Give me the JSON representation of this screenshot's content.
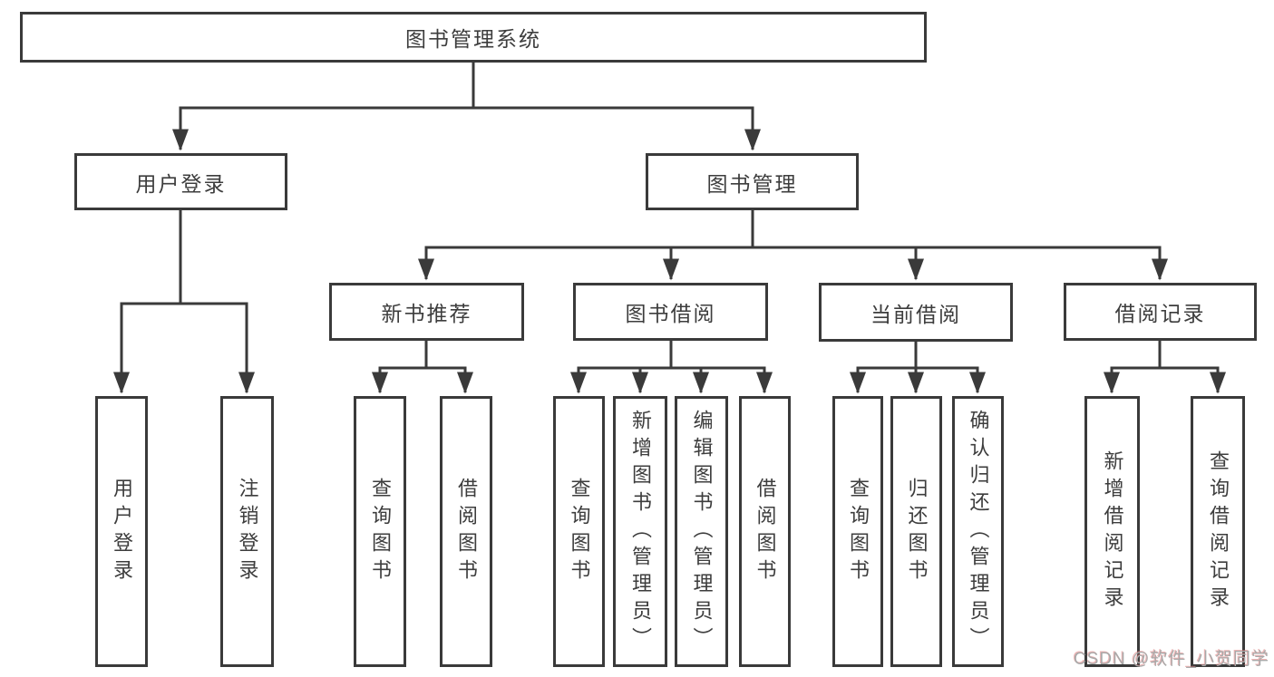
{
  "diagram": {
    "type": "tree",
    "title": "图书管理系统"
  },
  "nodes": {
    "root": {
      "label": "图书管理系统"
    },
    "level2": [
      {
        "label": "用户登录"
      },
      {
        "label": "图书管理"
      }
    ],
    "level3": [
      {
        "label": "新书推荐",
        "parent": "图书管理"
      },
      {
        "label": "图书借阅",
        "parent": "图书管理"
      },
      {
        "label": "当前借阅",
        "parent": "图书管理"
      },
      {
        "label": "借阅记录",
        "parent": "图书管理"
      }
    ],
    "leaves": [
      {
        "label": "用户登录",
        "parent": "用户登录"
      },
      {
        "label": "注销登录",
        "parent": "用户登录"
      },
      {
        "label": "查询图书",
        "parent": "新书推荐"
      },
      {
        "label": "借阅图书",
        "parent": "新书推荐"
      },
      {
        "label": "查询图书",
        "parent": "图书借阅"
      },
      {
        "label": "新增图书（管理员）",
        "parent": "图书借阅"
      },
      {
        "label": "编辑图书（管理员）",
        "parent": "图书借阅"
      },
      {
        "label": "借阅图书",
        "parent": "图书借阅"
      },
      {
        "label": "查询图书",
        "parent": "当前借阅"
      },
      {
        "label": "归还图书",
        "parent": "当前借阅"
      },
      {
        "label": "确认归还（管理员）",
        "parent": "当前借阅"
      },
      {
        "label": "新增借阅记录",
        "parent": "借阅记录"
      },
      {
        "label": "查询借阅记录",
        "parent": "借阅记录"
      }
    ]
  },
  "watermark": {
    "text": "CSDN @软件_小贺同学"
  },
  "colors": {
    "line": "#3a3a3a",
    "text": "#3d3d3d",
    "watermark": "#a9a9a9",
    "background": "#ffffff"
  }
}
